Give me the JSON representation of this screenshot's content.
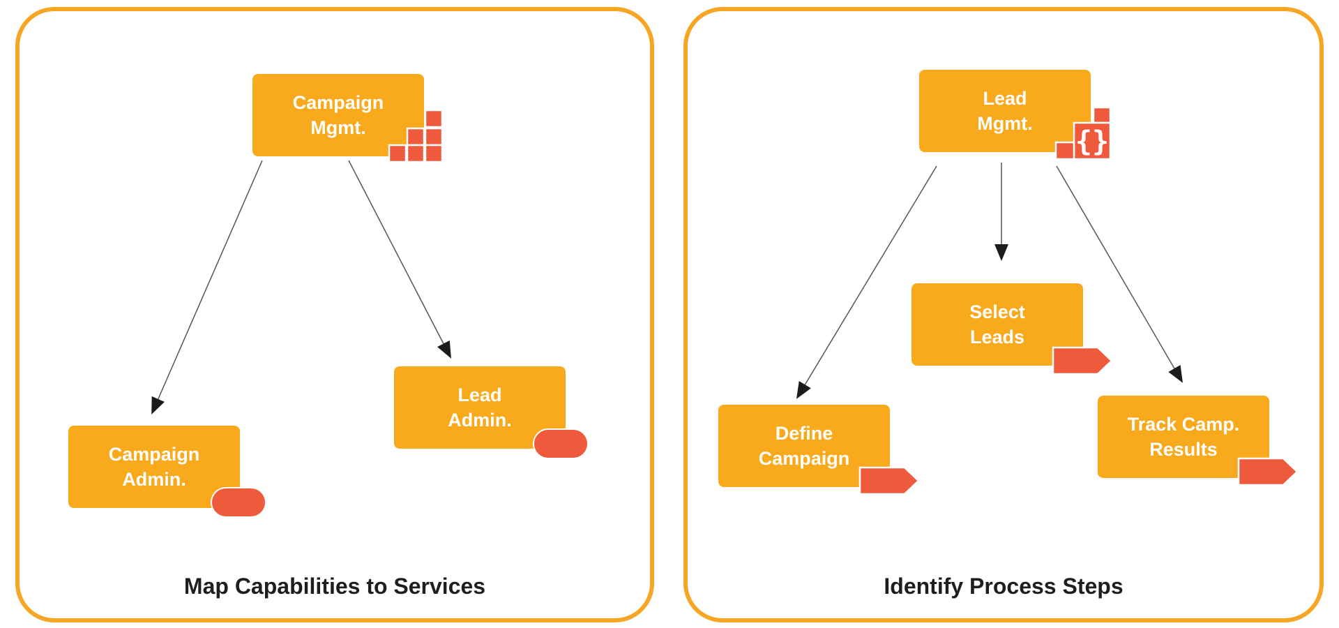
{
  "panels": {
    "left": {
      "title": "Map Capabilities to Services"
    },
    "right": {
      "title": "Identify Process Steps"
    }
  },
  "nodes": {
    "campaign_mgmt": "Campaign\nMgmt.",
    "campaign_admin": "Campaign\nAdmin.",
    "lead_admin": "Lead\nAdmin.",
    "lead_mgmt": "Lead\nMgmt.",
    "select_leads": "Select\nLeads",
    "define_campaign": "Define\nCampaign",
    "track_results": "Track Camp.\nResults"
  },
  "icons": {
    "capability": "stacked-blocks-icon",
    "interface": "curly-braces-icon",
    "service": "rounded-pill-icon",
    "process_step": "pentagon-arrow-icon"
  },
  "colors": {
    "panel_border": "#f6a623",
    "node_fill": "#f8a91c",
    "badge_fill": "#ef5a3c",
    "node_text": "#ffffff",
    "title_text": "#1e1e1e",
    "arrow": "#222222"
  }
}
